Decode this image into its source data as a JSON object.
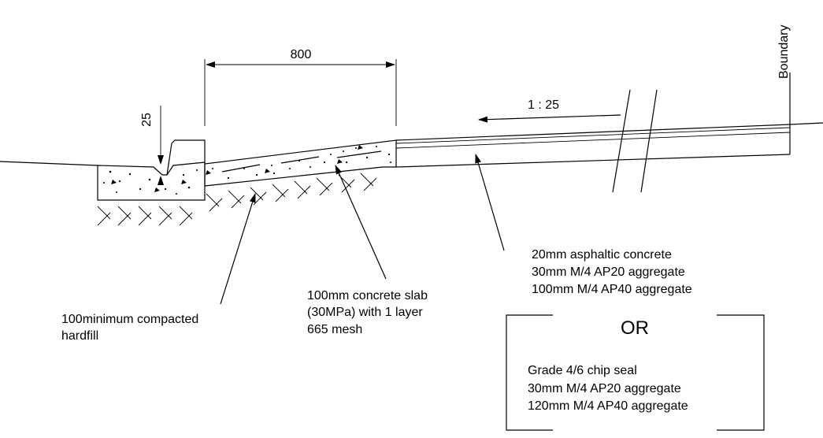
{
  "dimensions": {
    "width_label": "800",
    "drop_label": "25",
    "slope_label": "1 : 25"
  },
  "labels": {
    "boundary": "Boundary",
    "hardfill_line1": "100minimum compacted",
    "hardfill_line2": "hardfill",
    "slab_line1": "100mm concrete slab",
    "slab_line2": "(30MPa) with 1 layer",
    "slab_line3": "665 mesh"
  },
  "option_a": {
    "lines": [
      "20mm asphaltic concrete",
      "30mm M/4 AP20 aggregate",
      "100mm M/4 AP40 aggregate"
    ]
  },
  "or_label": "OR",
  "option_b": {
    "lines": [
      "Grade 4/6 chip seal",
      "30mm M/4 AP20 aggregate",
      "120mm M/4 AP40 aggregate"
    ]
  }
}
